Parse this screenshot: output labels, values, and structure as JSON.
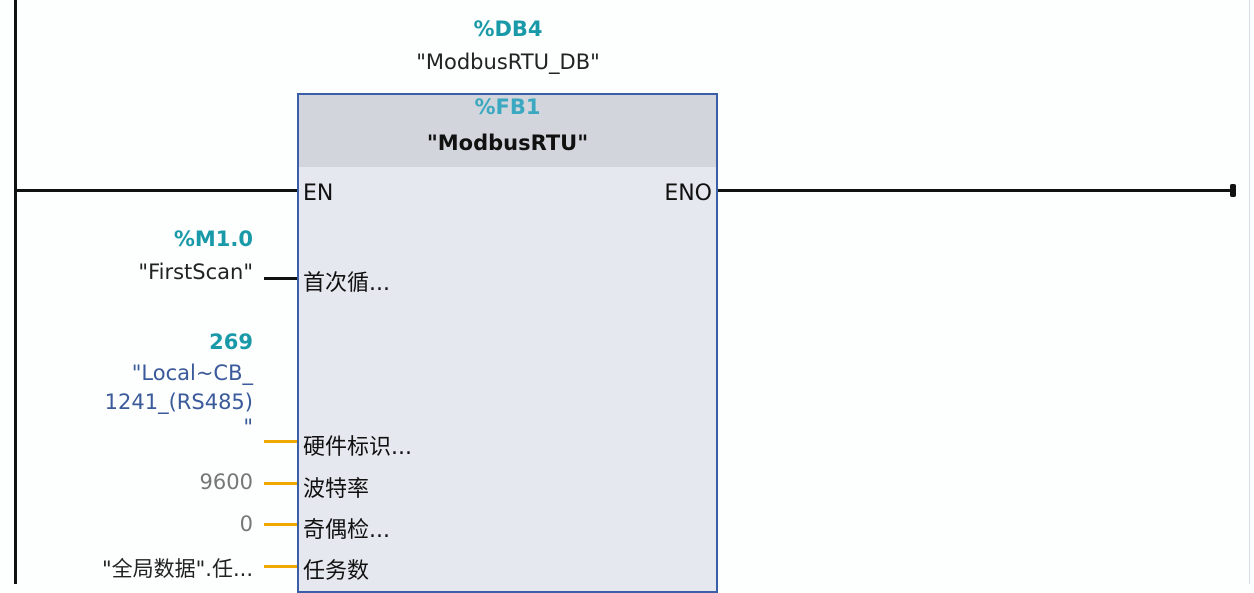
{
  "instance": {
    "address": "%DB4",
    "name": "\"ModbusRTU_DB\""
  },
  "block": {
    "address": "%FB1",
    "name": "\"ModbusRTU\"",
    "en": "EN",
    "eno": "ENO",
    "inputs": [
      {
        "pin": "首次循...",
        "addr": "%M1.0",
        "value": "\"FirstScan\"",
        "wire_color": "#111111"
      },
      {
        "pin": "硬件标识...",
        "addr": "269",
        "value_lines": [
          "\"Local~CB_",
          "1241_(RS485)",
          "\""
        ],
        "wire_color": "#f0a800"
      },
      {
        "pin": "波特率",
        "value": "9600",
        "wire_color": "#f0a800"
      },
      {
        "pin": "奇偶检...",
        "value": "0",
        "wire_color": "#f0a800"
      },
      {
        "pin": "任务数",
        "value": "\"全局数据\".任...",
        "wire_color": "#f0a800"
      }
    ]
  },
  "colors": {
    "address": "#1a9aa8",
    "block_border": "#3b5ea8",
    "constant": "#777777",
    "tag_blue": "#3a5a9a"
  }
}
